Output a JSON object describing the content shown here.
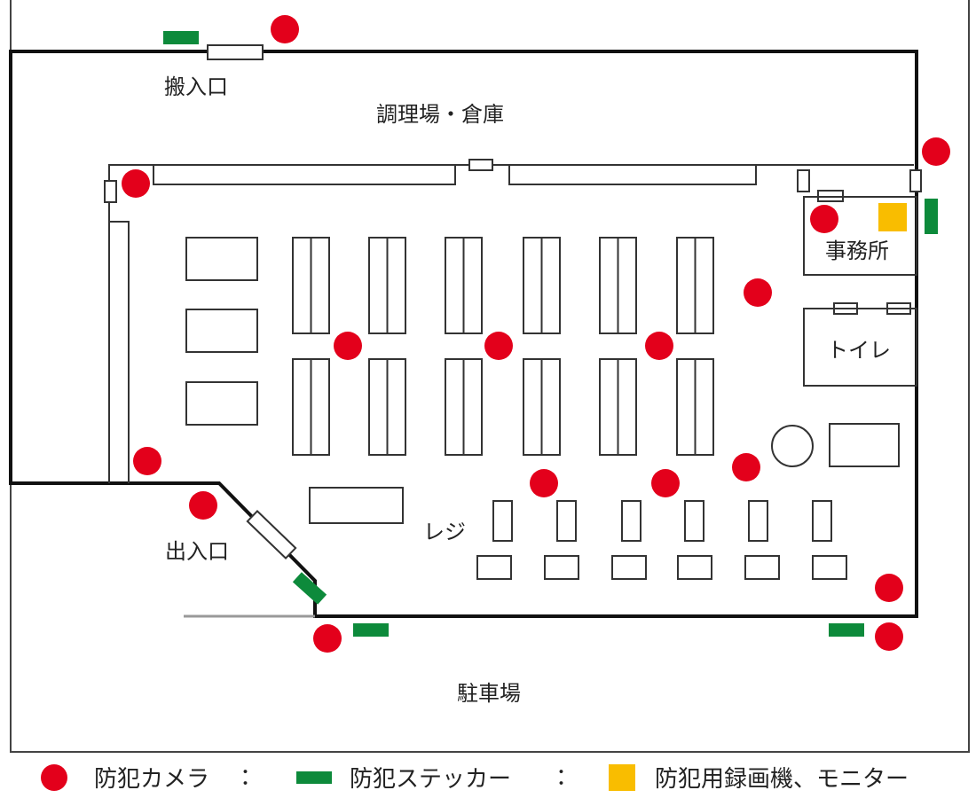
{
  "colors": {
    "camera": "#e3001b",
    "sticker": "#0d8a3b",
    "recorder": "#f9bd00",
    "wall": "#111111",
    "fixture": "#555555"
  },
  "labels": {
    "loading_entrance": "搬入口",
    "kitchen_storage": "調理場・倉庫",
    "office": "事務所",
    "toilet": "トイレ",
    "register": "レジ",
    "entrance": "出入口",
    "parking": "駐車場"
  },
  "legend": {
    "camera": "防犯カメラ",
    "sticker": "防犯ステッカー",
    "recorder": "防犯用録画機、モニター",
    "separator": "："
  },
  "markers": {
    "cameras": [
      {
        "id": "loading-dock"
      },
      {
        "id": "store-corner-ne"
      },
      {
        "id": "kitchen-door"
      },
      {
        "id": "office"
      },
      {
        "id": "aisle-right"
      },
      {
        "id": "aisle-1"
      },
      {
        "id": "aisle-2"
      },
      {
        "id": "aisle-3"
      },
      {
        "id": "west-wall"
      },
      {
        "id": "entrance-outside"
      },
      {
        "id": "register-1"
      },
      {
        "id": "register-2"
      },
      {
        "id": "register-3"
      },
      {
        "id": "store-corner-se"
      },
      {
        "id": "parking-left"
      },
      {
        "id": "parking-right"
      }
    ],
    "stickers": [
      {
        "id": "loading-dock"
      },
      {
        "id": "office-wall"
      },
      {
        "id": "entrance-door"
      },
      {
        "id": "parking-left"
      },
      {
        "id": "parking-right"
      }
    ],
    "recorders": [
      {
        "id": "office-recorder"
      }
    ]
  }
}
